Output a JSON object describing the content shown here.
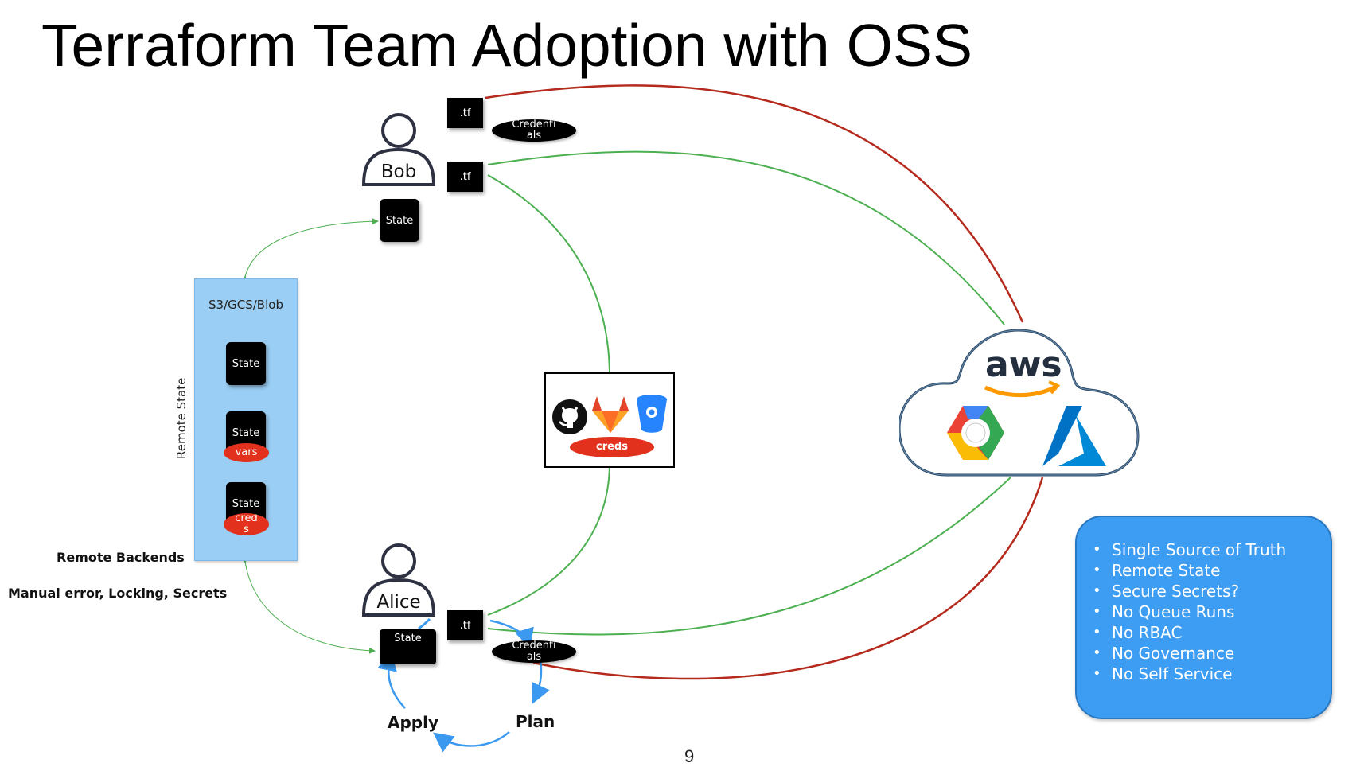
{
  "title": "Terraform Team Adoption with OSS",
  "people": {
    "bob": "Bob",
    "alice": "Alice"
  },
  "files": {
    "tf": ".tf",
    "credentials": "Credentials"
  },
  "state_label": "State",
  "backend": {
    "title": "S3/GCS/Blob",
    "side_label": "Remote State",
    "items": [
      {
        "label": "State"
      },
      {
        "label": "State",
        "badge": "vars"
      },
      {
        "label": "State",
        "badge": "creds"
      }
    ]
  },
  "notes": {
    "remote_backends": "Remote Backends",
    "issues": "Manual error, Locking, Secrets"
  },
  "vcs": {
    "badge": "creds",
    "icons": [
      "github-icon",
      "gitlab-icon",
      "bitbucket-icon"
    ]
  },
  "cloud": {
    "provider_text": "aws",
    "icons": [
      "aws-icon",
      "gcp-icon",
      "azure-icon"
    ]
  },
  "cycle": {
    "apply": "Apply",
    "plan": "Plan"
  },
  "summary": [
    "Single Source of Truth",
    "Remote State",
    "Secure Secrets?",
    "No Queue Runs",
    "No RBAC",
    "No Governance",
    "No Self Service"
  ],
  "page_number": "9",
  "colors": {
    "red_line": "#b52a1c",
    "green_line": "#4caf50",
    "blue_arrow": "#3b9af0",
    "summary_bg": "#3d9df2",
    "backend_bg": "#9acef4",
    "badge_red": "#e2321e"
  }
}
